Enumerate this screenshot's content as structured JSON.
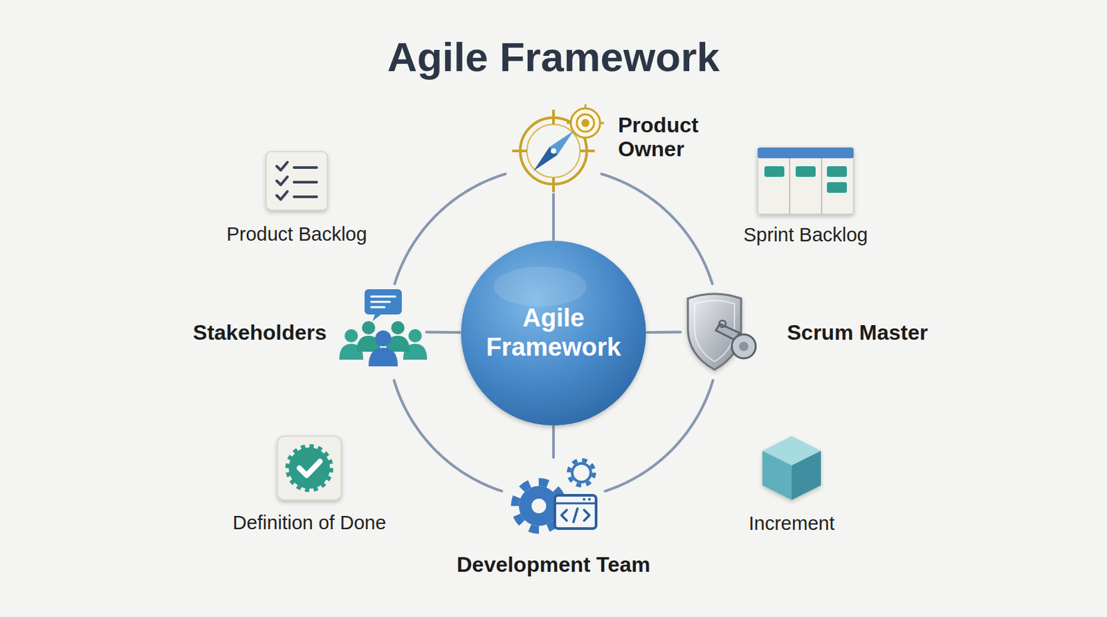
{
  "diagram": {
    "title": "Agile Framework",
    "nodes": [
      {
        "text": [
          "Product Owner"
        ]
      },
      {
        "text": [
          "Product Backlog"
        ]
      },
      {
        "text": [
          "Sprint Backlog"
        ]
      },
      {
        "text": [
          "Stakeholders"
        ]
      },
      {
        "text": [
          "Agile Framework"
        ]
      },
      {
        "text": [
          "Scrum Master"
        ]
      },
      {
        "text": [
          "Definition of Done"
        ]
      },
      {
        "text": [
          "Increment"
        ]
      },
      {
        "text": [
          "Development Team"
        ]
      }
    ],
    "edges": [
      {
        "from": 4,
        "to": 0,
        "arrow": "none"
      },
      {
        "from": 4,
        "to": 5,
        "arrow": "none"
      },
      {
        "from": 4,
        "to": 8,
        "arrow": "none"
      },
      {
        "from": 4,
        "to": 3,
        "arrow": "none"
      },
      {
        "from": 0,
        "to": 5,
        "arrow": "none"
      },
      {
        "from": 5,
        "to": 8,
        "arrow": "none"
      },
      {
        "from": 8,
        "to": 3,
        "arrow": "none"
      },
      {
        "from": 3,
        "to": 0,
        "arrow": "none"
      }
    ]
  }
}
